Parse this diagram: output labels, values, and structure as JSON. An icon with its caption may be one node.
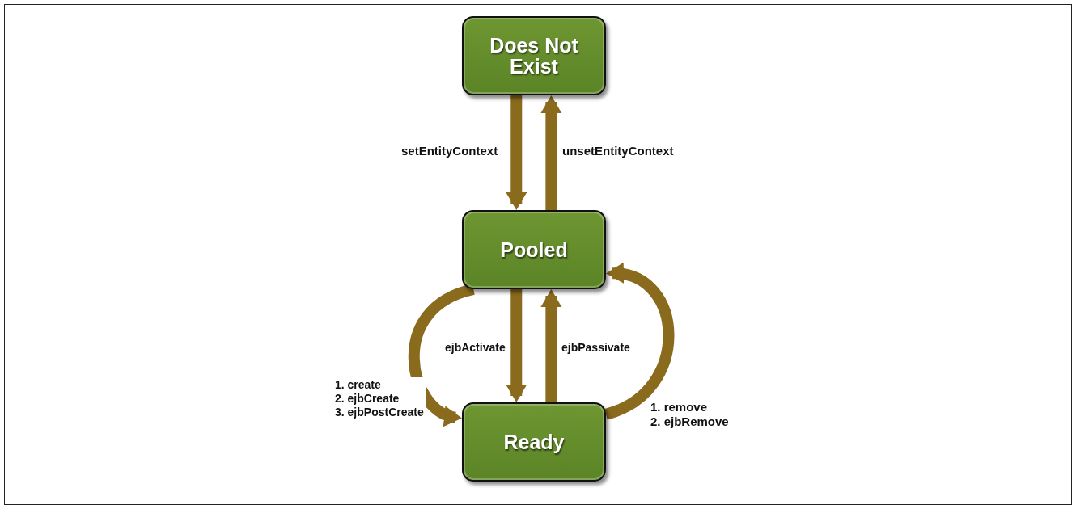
{
  "diagram": {
    "nodes": [
      {
        "text": [
          "Does Not Exist"
        ]
      },
      {
        "text": [
          "Pooled"
        ]
      },
      {
        "text": [
          "Ready"
        ]
      }
    ],
    "edges": [
      {
        "from": 0,
        "to": 1,
        "arrow": "to",
        "label": "setEntityContext"
      },
      {
        "from": 1,
        "to": 0,
        "arrow": "to",
        "label": "unsetEntityContext"
      },
      {
        "from": 1,
        "to": 2,
        "arrow": "to",
        "label": "ejbActivate"
      },
      {
        "from": 2,
        "to": 1,
        "arrow": "to",
        "label": "ejbPassivate"
      },
      {
        "from": 1,
        "to": 2,
        "arrow": "to",
        "label": "1. create 2. ejbCreate 3. ejbPostCreate"
      },
      {
        "from": 2,
        "to": 1,
        "arrow": "to",
        "label": "1. remove 2. ejbRemove"
      }
    ]
  }
}
